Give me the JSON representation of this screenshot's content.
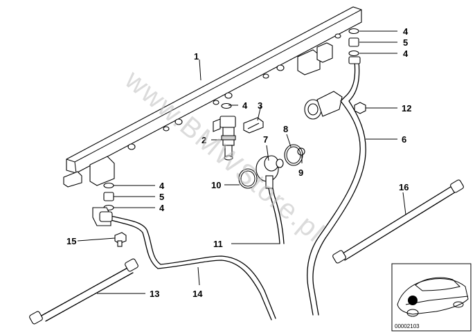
{
  "watermark": "www.BMWStore.pl",
  "diagram_code": "00002103",
  "callouts": [
    {
      "id": "c1",
      "label": "1"
    },
    {
      "id": "c2",
      "label": "2"
    },
    {
      "id": "c3",
      "label": "3"
    },
    {
      "id": "c4a",
      "label": "4"
    },
    {
      "id": "c4b",
      "label": "4"
    },
    {
      "id": "c4c",
      "label": "4"
    },
    {
      "id": "c4d",
      "label": "4"
    },
    {
      "id": "c4e",
      "label": "4"
    },
    {
      "id": "c5a",
      "label": "5"
    },
    {
      "id": "c5b",
      "label": "5"
    },
    {
      "id": "c6",
      "label": "6"
    },
    {
      "id": "c7",
      "label": "7"
    },
    {
      "id": "c8",
      "label": "8"
    },
    {
      "id": "c9",
      "label": "9"
    },
    {
      "id": "c10",
      "label": "10"
    },
    {
      "id": "c11",
      "label": "11"
    },
    {
      "id": "c12",
      "label": "12"
    },
    {
      "id": "c13",
      "label": "13"
    },
    {
      "id": "c14",
      "label": "14"
    },
    {
      "id": "c15",
      "label": "15"
    },
    {
      "id": "c16",
      "label": "16"
    }
  ]
}
